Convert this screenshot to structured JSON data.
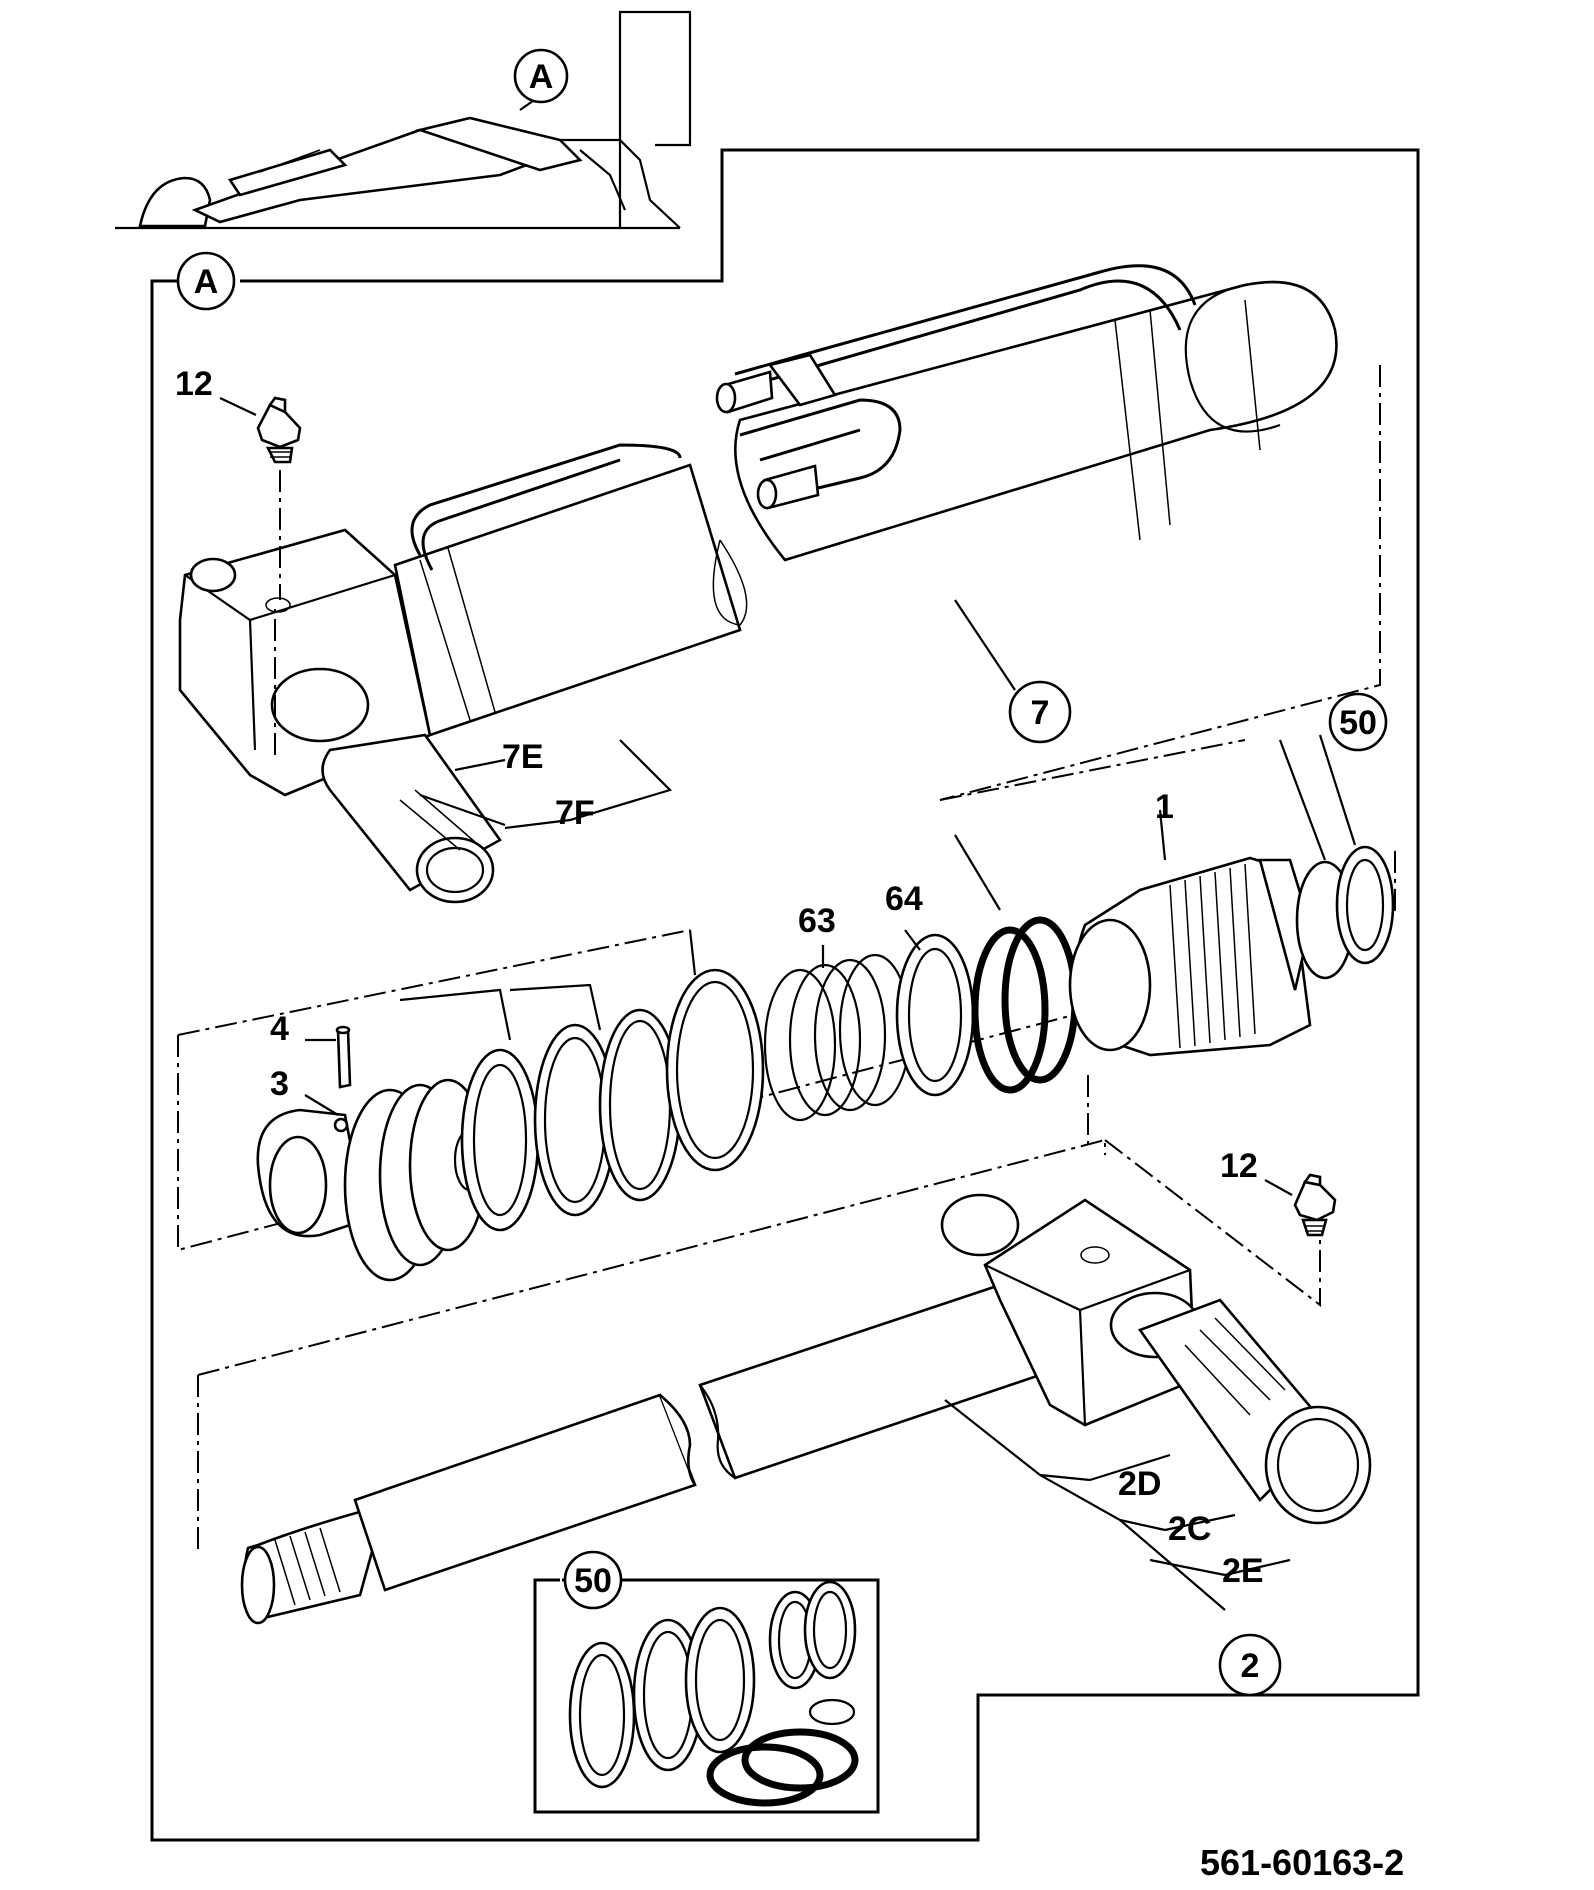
{
  "drawing_number": "561-60163-2",
  "view_ref": "A",
  "callouts": {
    "c1": "1",
    "c2": "2",
    "c2c": "2C",
    "c2d": "2D",
    "c2e": "2E",
    "c3": "3",
    "c4": "4",
    "c7": "7",
    "c7e": "7E",
    "c7f": "7F",
    "c12a": "12",
    "c12b": "12",
    "c50a": "50",
    "c50b": "50",
    "c63": "63",
    "c64": "64"
  }
}
